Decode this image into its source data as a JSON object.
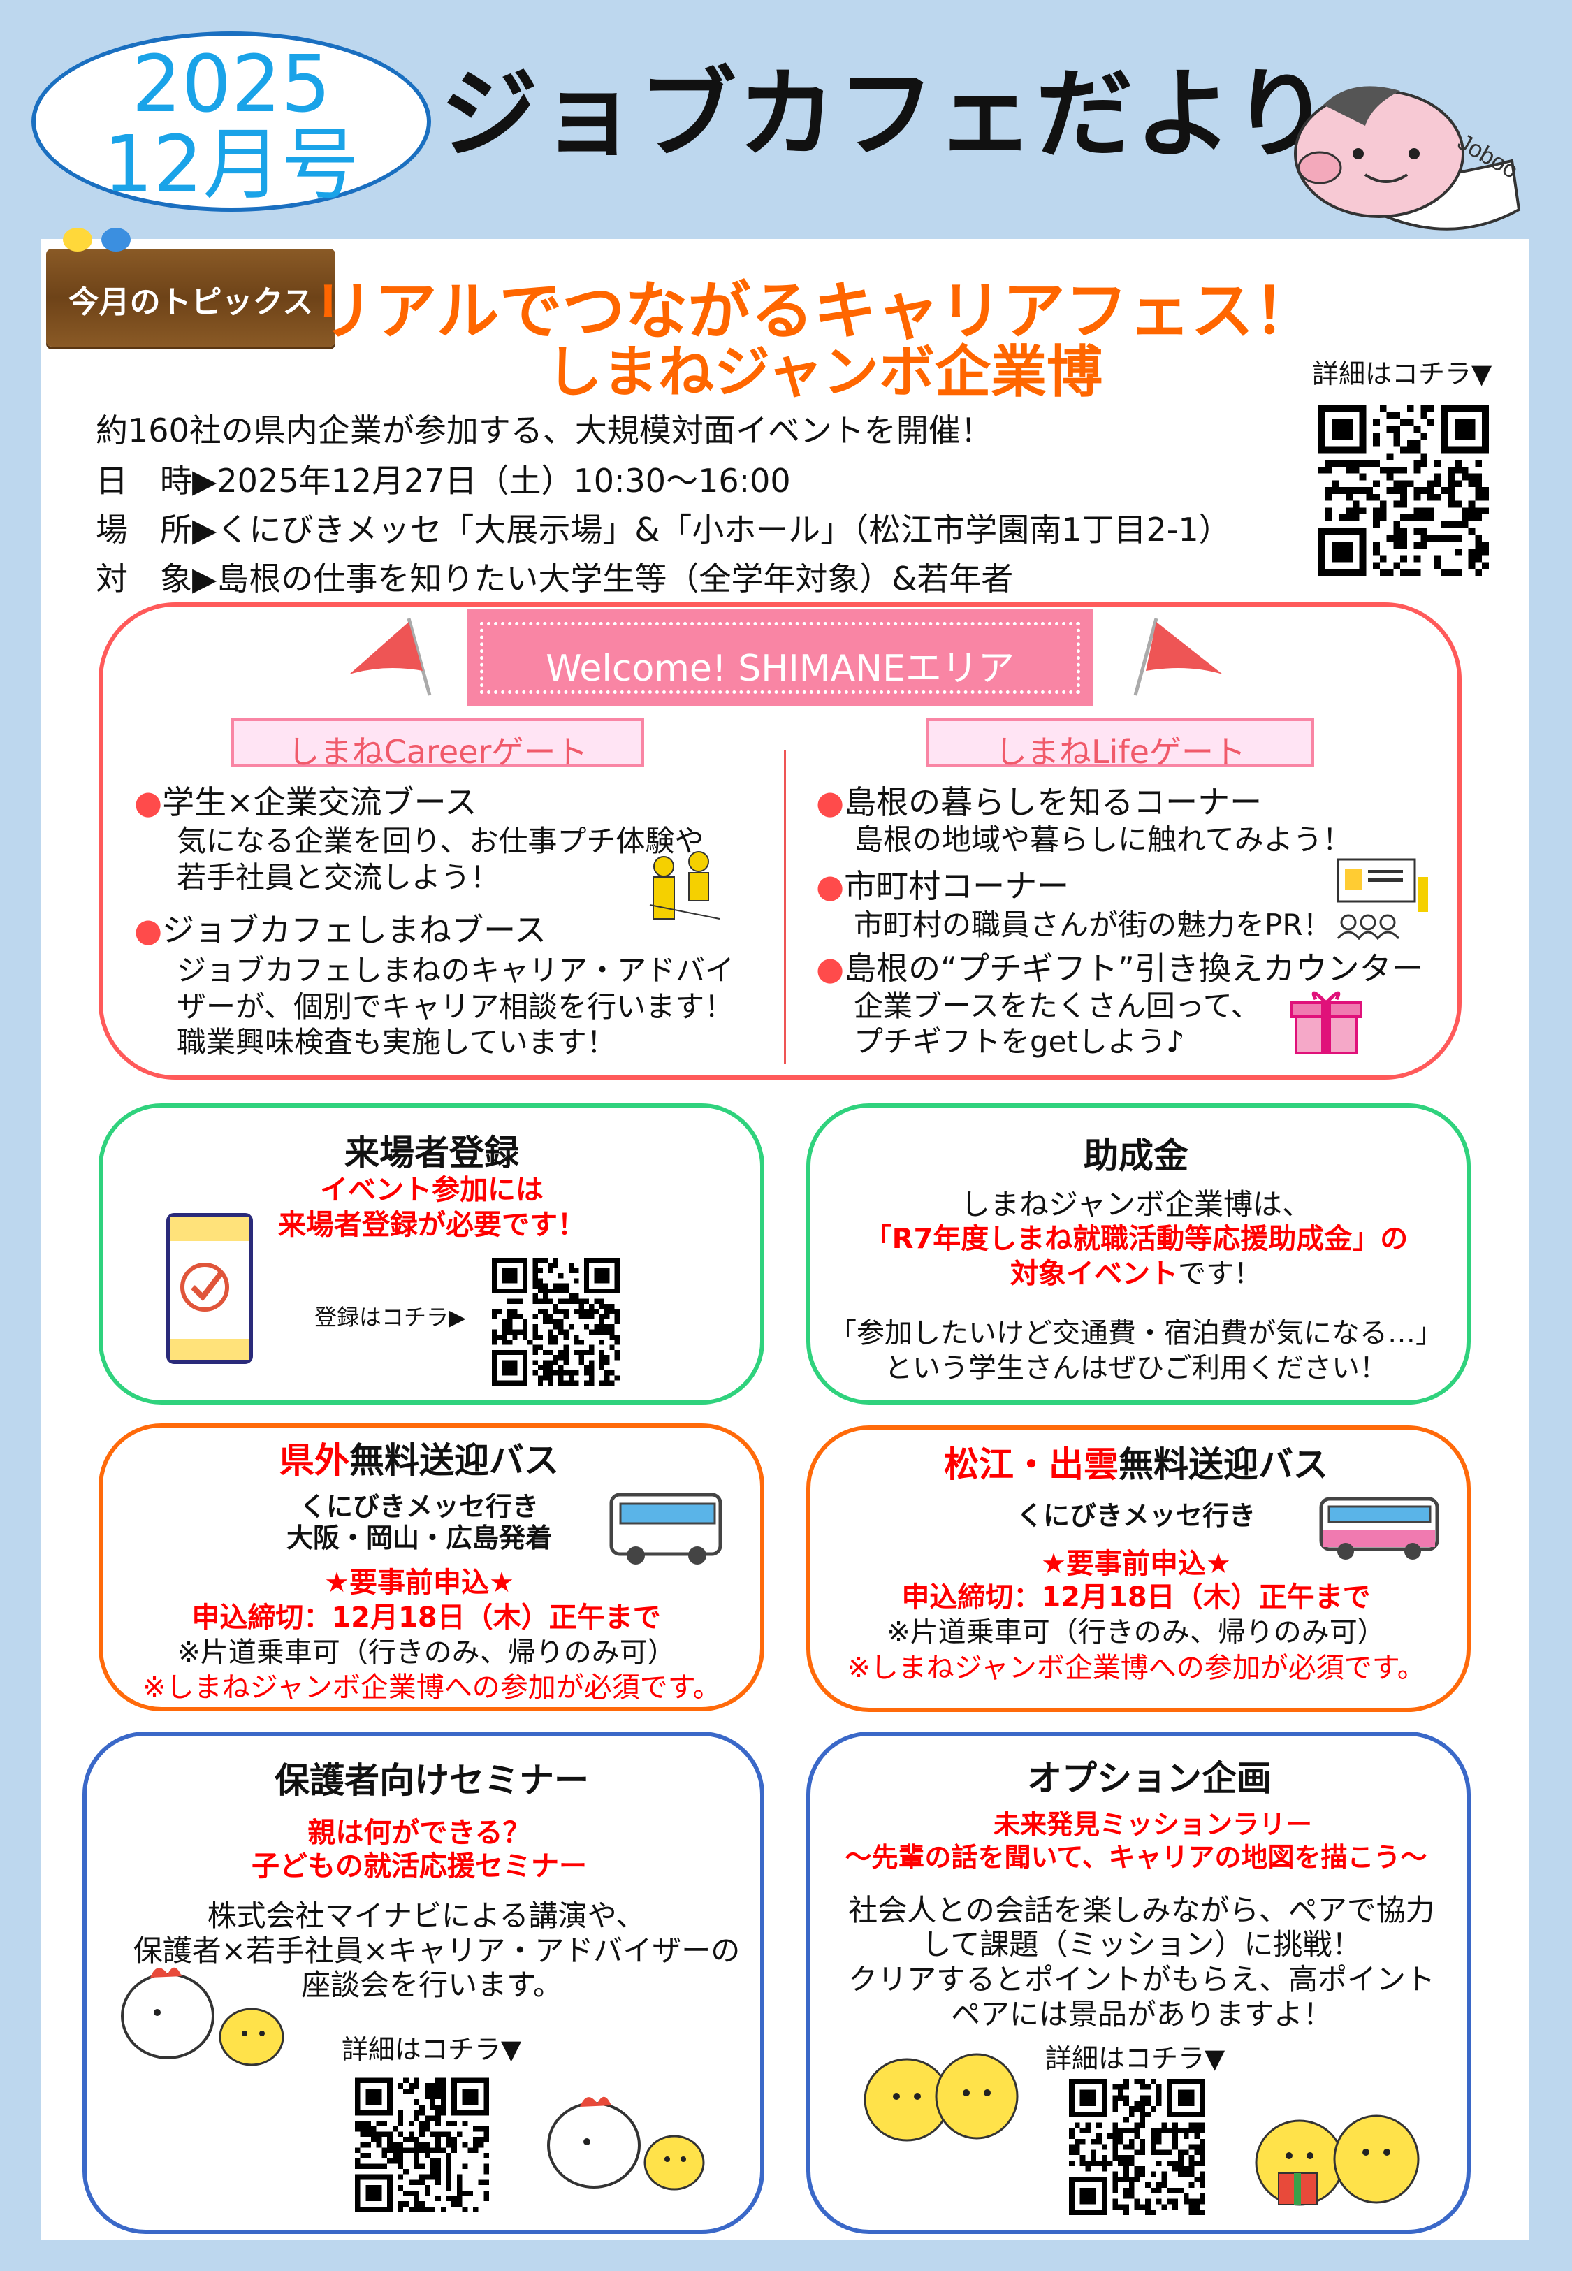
{
  "header": {
    "year": "2025",
    "issue": "12月号",
    "title": "ジョブカフェだより",
    "mascot_label": "Joboo"
  },
  "topic": {
    "sign_label": "今月のトピックス",
    "headline": "リアルでつながるキャリアフェス！",
    "subheadline": "しまねジャンボ企業博",
    "details_link": "詳細はコチラ▼",
    "intro": "約160社の県内企業が参加する、大規模対面イベントを開催！",
    "info": [
      {
        "label": "日　時",
        "value": "▶2025年12月27日（土）10:30～16:00"
      },
      {
        "label": "場　所",
        "value": "▶くにびきメッセ「大展示場」&「小ホール」（松江市学園南1丁目2-1）"
      },
      {
        "label": "対　象",
        "value": "▶島根の仕事を知りたい大学生等（全学年対象）&若年者"
      }
    ]
  },
  "welcome": {
    "banner": "Welcome! SHIMANEエリア",
    "career_gate": {
      "title": "しまねCareerゲート",
      "items": [
        {
          "heading": "学生×企業交流ブース",
          "lines": [
            "気になる企業を回り、お仕事プチ体験や",
            "若手社員と交流しよう！"
          ]
        },
        {
          "heading": "ジョブカフェしまねブース",
          "lines": [
            "ジョブカフェしまねのキャリア・アドバイ",
            "ザーが、個別でキャリア相談を行います！",
            "職業興味検査も実施しています！"
          ]
        }
      ]
    },
    "life_gate": {
      "title": "しまねLifeゲート",
      "items": [
        {
          "heading": "島根の暮らしを知るコーナー",
          "lines": [
            "島根の地域や暮らしに触れてみよう！"
          ]
        },
        {
          "heading": "市町村コーナー",
          "lines": [
            "市町村の職員さんが街の魅力をPR！"
          ]
        },
        {
          "heading": "島根の“プチギフト”引き換えカウンター",
          "lines": [
            "企業ブースをたくさん回って、",
            "プチギフトをgetしよう♪"
          ]
        }
      ]
    }
  },
  "registration": {
    "title": "来場者登録",
    "alert": [
      "イベント参加には",
      "来場者登録が必要です！"
    ],
    "link": "登録はコチラ▶"
  },
  "subsidy": {
    "title": "助成金",
    "line1": "しまねジャンボ企業博は、",
    "line2": "「R7年度しまね就職活動等応援助成金」の",
    "line3_red": "対象イベント",
    "line3_rest": "です！",
    "line4": "「参加したいけど交通費・宿泊費が気になる…」",
    "line5": "という学生さんはぜひご利用ください！"
  },
  "bus_outside": {
    "title_red": "県外",
    "title_rest": "無料送迎バス",
    "dest": "くにびきメッセ行き",
    "origin": "大阪・岡山・広島発着",
    "reserve": "★要事前申込★",
    "deadline": "申込締切：12月18日（木）正午まで",
    "note": "※片道乗車可（行きのみ、帰りのみ可）",
    "required": "※しまねジャンボ企業博への参加が必須です。"
  },
  "bus_local": {
    "title_red": "松江・出雲",
    "title_rest": "無料送迎バス",
    "dest": "くにびきメッセ行き",
    "reserve": "★要事前申込★",
    "deadline": "申込締切：12月18日（木）正午まで",
    "note": "※片道乗車可（行きのみ、帰りのみ可）",
    "required": "※しまねジャンボ企業博への参加が必須です。"
  },
  "parents_seminar": {
    "title": "保護者向けセミナー",
    "subtitle": [
      "親は何ができる？",
      "子どもの就活応援セミナー"
    ],
    "lines": [
      "株式会社マイナビによる講演や、",
      "保護者×若手社員×キャリア・アドバイザーの",
      "座談会を行います。"
    ],
    "link": "詳細はコチラ▼"
  },
  "option": {
    "title": "オプション企画",
    "subtitle": [
      "未来発見ミッションラリー",
      "～先輩の話を聞いて、キャリアの地図を描こう～"
    ],
    "lines": [
      "社会人との会話を楽しみながら、ペアで協力",
      "して課題（ミッション）に挑戦！",
      "クリアするとポイントがもらえ、高ポイント",
      "ペアには景品がありますよ！"
    ],
    "link": "詳細はコチラ▼"
  },
  "colors": {
    "background": "#bdd7ee",
    "headline_orange": "#ff6600",
    "year_cyan": "#1aa3e8",
    "welcome_pink": "#f985a4",
    "welcome_border": "#ff5a5a",
    "green_border": "#2fd27d",
    "orange_border": "#ff6a0a",
    "blue_border": "#3a68c8",
    "alert_red": "#ff0000"
  },
  "icons": [
    "qr-code",
    "smartphone-check",
    "bus",
    "gift-box",
    "flag",
    "mascot-pig",
    "chick",
    "chicken",
    "wooden-sign",
    "booth-staff",
    "presentation-board"
  ]
}
